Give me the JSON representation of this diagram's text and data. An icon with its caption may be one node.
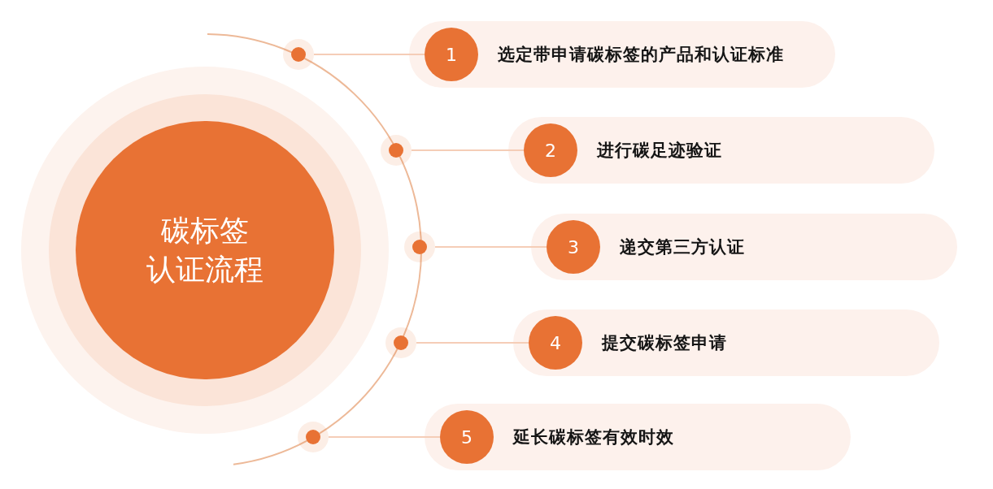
{
  "diagram": {
    "nodes": [
      {
        "text": [
          "碳标签认证流程"
        ]
      },
      {
        "text": [],
        "shape": "circle"
      },
      {
        "text": [
          "选定带申请碳标签的产品和认证标准"
        ]
      },
      {
        "text": [
          "1"
        ],
        "in": 2
      },
      {
        "text": [],
        "shape": "circle"
      },
      {
        "text": [
          "进行碳足迹验证"
        ]
      },
      {
        "text": [
          "2"
        ],
        "in": 5
      },
      {
        "text": [],
        "shape": "circle"
      },
      {
        "text": [
          "递交第三方认证"
        ]
      },
      {
        "text": [
          "3"
        ],
        "in": 8
      },
      {
        "text": [],
        "shape": "circle"
      },
      {
        "text": [
          "提交碳标签申请"
        ]
      },
      {
        "text": [
          "4"
        ],
        "in": 11
      },
      {
        "text": [],
        "shape": "circle"
      },
      {
        "text": [
          "延长碳标签有效时效"
        ]
      },
      {
        "text": [
          "5"
        ],
        "in": 14
      }
    ],
    "edges": [
      {
        "from": 1,
        "to": 3,
        "arrow": "none"
      },
      {
        "from": 4,
        "to": 6,
        "arrow": "none"
      },
      {
        "from": 7,
        "to": 9,
        "arrow": "none"
      },
      {
        "from": 10,
        "to": 12,
        "arrow": "none"
      },
      {
        "from": 13,
        "to": 15,
        "arrow": "none"
      }
    ]
  }
}
